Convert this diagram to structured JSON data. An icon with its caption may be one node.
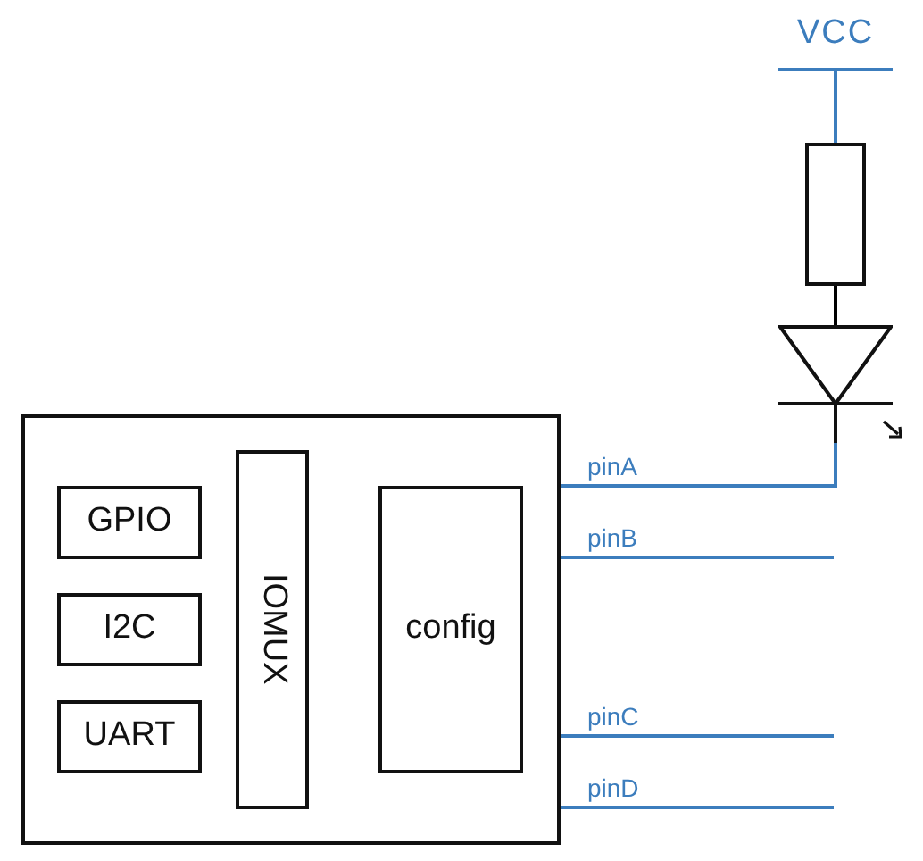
{
  "diagram": {
    "nodes": [
      {
        "text": [
          "VCC"
        ]
      },
      {
        "text": [],
        "shape": "box"
      },
      {
        "text": [],
        "shape": "triangle"
      },
      {
        "text": [],
        "shape": "box"
      },
      {
        "text": [
          "GPIO"
        ],
        "in": 3
      },
      {
        "text": [
          "I2C"
        ],
        "in": 3
      },
      {
        "text": [
          "UART"
        ],
        "in": 3
      },
      {
        "text": [
          "IOMUX"
        ],
        "in": 3
      },
      {
        "text": [
          "config"
        ],
        "in": 3
      }
    ],
    "edges": [
      {
        "from": 0,
        "to": 1,
        "arrow": "none"
      },
      {
        "from": 1,
        "to": 2,
        "arrow": "none",
        "color": "#000000"
      },
      {
        "from": 3,
        "to": 2,
        "label": "pinA",
        "arrow": "none"
      },
      {
        "from": 3,
        "to": null,
        "label": "pinB",
        "arrow": "none"
      },
      {
        "from": 3,
        "to": null,
        "label": "pinC",
        "arrow": "none"
      },
      {
        "from": 3,
        "to": null,
        "label": "pinD",
        "arrow": "none"
      }
    ]
  }
}
